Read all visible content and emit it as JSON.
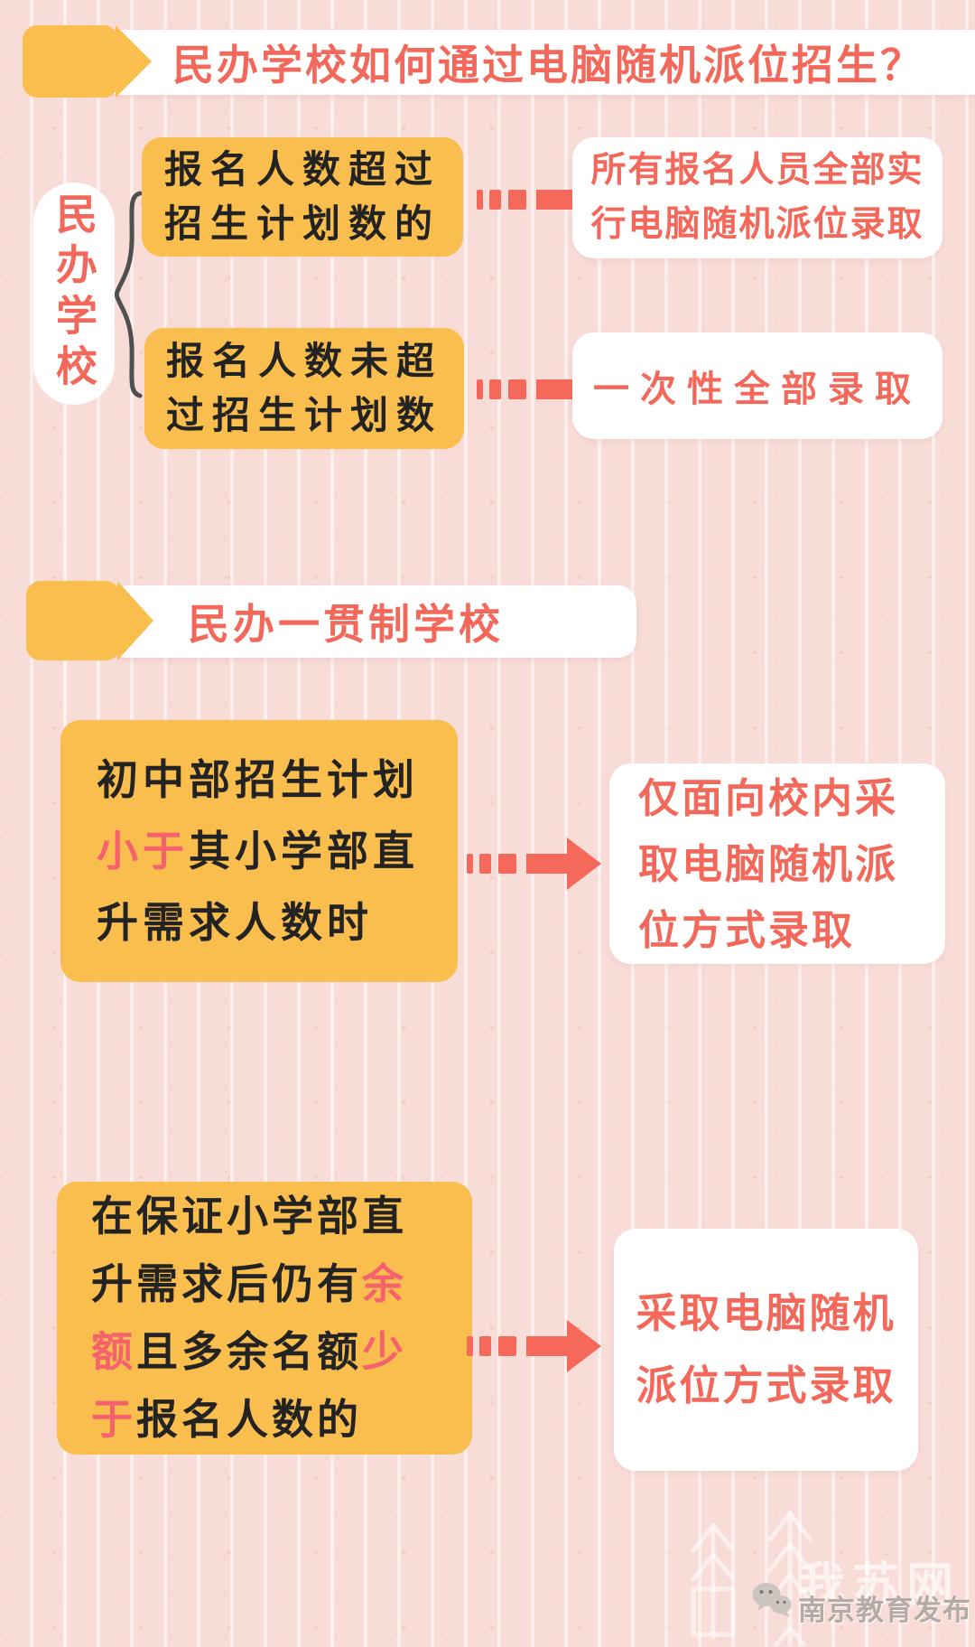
{
  "colors": {
    "background_pink": "#f8dcd8",
    "box_orange": "#f9be4d",
    "coral_red": "#f2685a",
    "highlight_pink": "#f5626d",
    "text_black": "#232323",
    "brace_gray": "#4f4f4f",
    "watermark_gray": "#b5aba6"
  },
  "header1": {
    "title": "民办学校如何通过电脑随机派位招生？"
  },
  "section1": {
    "label": "民办学校",
    "rows": [
      {
        "condition_lines": [
          "报名人数超过",
          "招生计划数的"
        ],
        "result_lines": [
          "所有报名人员全部实",
          "行电脑随机派位录取"
        ]
      },
      {
        "condition_lines": [
          "报名人数未超",
          "过招生计划数"
        ],
        "result_lines": [
          "一次性全部录取"
        ]
      }
    ]
  },
  "header2": {
    "title": "民办一贯制学校"
  },
  "section2": {
    "rows": [
      {
        "condition": {
          "l1": "初中部招生计划",
          "l2_hl": "小于",
          "l2": "其小学部直",
          "l3": "升需求人数时"
        },
        "result_lines": [
          "仅面向校内采",
          "取电脑随机派",
          "位方式录取"
        ]
      },
      {
        "condition": {
          "l1": "在保证小学部直",
          "l2": "升需求后仍有",
          "l2_hl": "余",
          "l3_hl1": "额",
          "l3": "且多余名额",
          "l3_hl2": "少",
          "l4_hl": "于",
          "l4": "报名人数的"
        },
        "result_lines": [
          "采取电脑随机",
          "派位方式录取"
        ]
      }
    ]
  },
  "footer": {
    "watermark_text": "我苏网",
    "account_name": "南京教育发布"
  }
}
